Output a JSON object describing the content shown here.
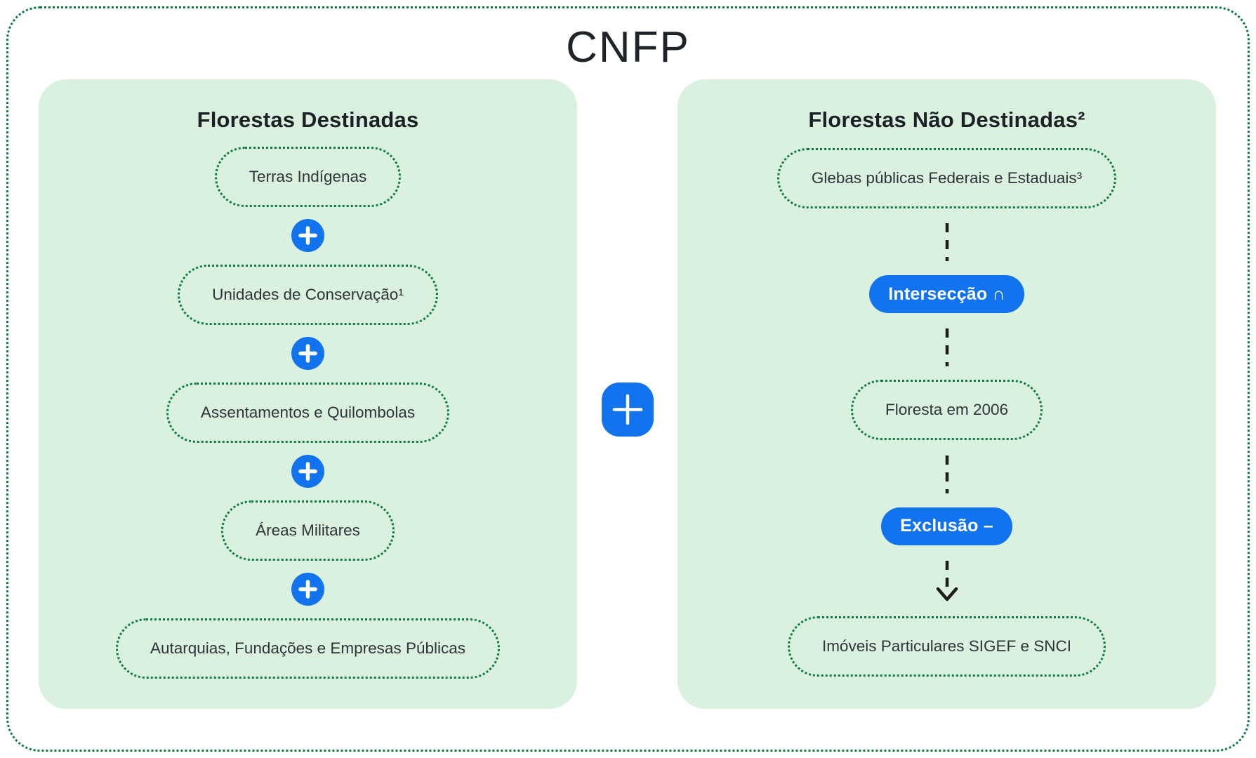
{
  "title": "CNFP",
  "colors": {
    "frame_dot_green": "#0c7c42",
    "panel_green": "#d9f1de",
    "accent_blue": "#1173ed",
    "connector_black": "#1d1d1b",
    "text_dark": "#2f343a"
  },
  "center_operator_icon": "plus",
  "left_panel": {
    "title": "Florestas Destinadas",
    "operator_between_nodes": "+",
    "nodes": [
      "Terras Indígenas",
      "Unidades de Conservação¹",
      "Assentamentos e Quilombolas",
      "Áreas Militares",
      "Autarquias, Fundações e Empresas Públicas"
    ]
  },
  "right_panel": {
    "title": "Florestas Não Destinadas²",
    "nodes": [
      {
        "type": "data",
        "label": "Glebas públicas Federais e Estaduais³"
      },
      {
        "type": "operation",
        "label": "Intersecção ∩"
      },
      {
        "type": "data",
        "label": "Floresta em 2006"
      },
      {
        "type": "operation",
        "label": "Exclusão –"
      },
      {
        "type": "data",
        "label": "Imóveis Particulares SIGEF e SNCI"
      }
    ]
  }
}
